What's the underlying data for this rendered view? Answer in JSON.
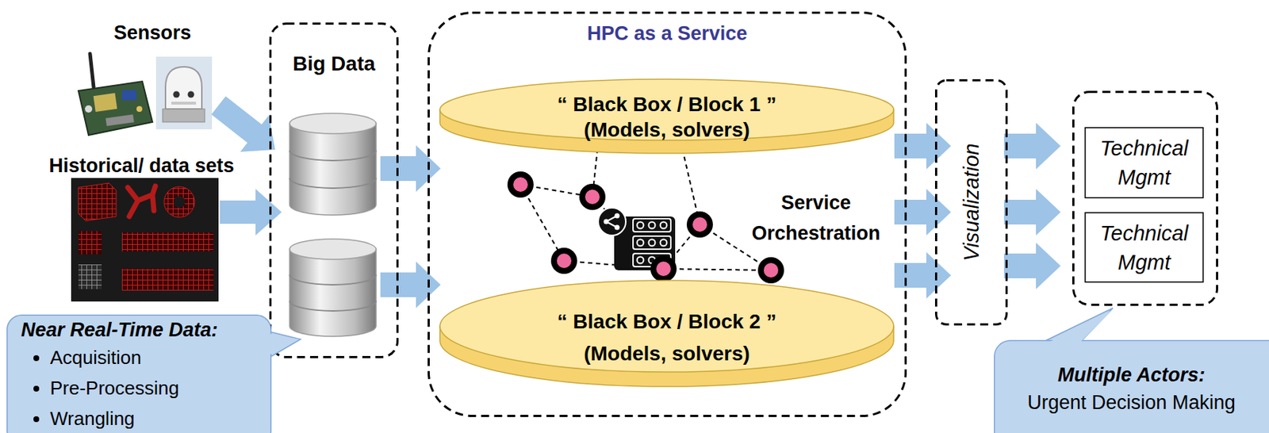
{
  "diagram": {
    "nodes": [
      {
        "text": [
          "Big Data"
        ]
      },
      {
        "text": [
          "Near Real-Time Data:",
          "Acquisition",
          "Pre-Processing",
          "Wrangling"
        ]
      },
      {
        "text": [
          "HPC as a Service"
        ]
      },
      {
        "text": [
          "“ Black Box / Block 1 ”",
          "(Models, solvers)"
        ],
        "in": 2
      },
      {
        "text": [
          "“ Black Box / Block 2 ”",
          "(Models, solvers)"
        ],
        "in": 2
      },
      {
        "text": [
          "Visualization"
        ]
      },
      {
        "text": []
      },
      {
        "text": [
          "Technical Mgmt"
        ],
        "in": 6
      },
      {
        "text": [
          "Technical Mgmt"
        ],
        "in": 6
      },
      {
        "text": [
          "Multiple Actors:",
          "Urgent Decision Making"
        ]
      }
    ],
    "edges": [
      {
        "from": 0,
        "to": 2,
        "arrow": "to"
      },
      {
        "from": 0,
        "to": 2,
        "arrow": "to"
      },
      {
        "from": 2,
        "to": 5,
        "arrow": "to"
      },
      {
        "from": 2,
        "to": 5,
        "arrow": "to"
      },
      {
        "from": 2,
        "to": 5,
        "arrow": "to"
      },
      {
        "from": 5,
        "to": 6,
        "arrow": "to"
      },
      {
        "from": 5,
        "to": 6,
        "arrow": "to"
      },
      {
        "from": 5,
        "to": 6,
        "arrow": "to"
      }
    ],
    "labels": [
      "Sensors",
      "Historical/ data sets",
      "Service Orchestration"
    ]
  }
}
